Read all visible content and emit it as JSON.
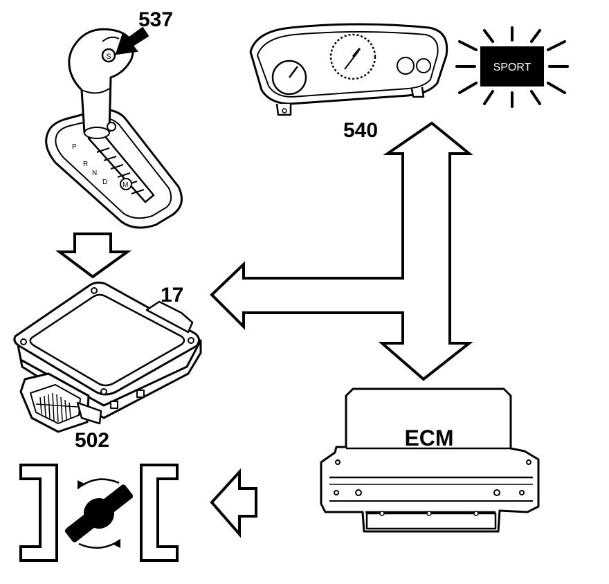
{
  "callouts": {
    "selector_switch": "537",
    "instrument_cluster": "540",
    "tcm": "17",
    "tcm_connector": "502"
  },
  "warning_lamp": {
    "text": "SPORT",
    "background": "#000000",
    "text_color": "#ffffff"
  },
  "ecm": {
    "text": "ECM"
  },
  "selector_gate": {
    "positions": [
      "P",
      "R",
      "N",
      "D",
      "M"
    ]
  },
  "icons": {
    "gear_selector": "gear-selector-icon",
    "instrument_cluster": "instrument-cluster-icon",
    "tcm": "control-module-icon",
    "ecm": "ecm-unit-icon",
    "shift_valve": "rotary-valve-icon"
  },
  "colors": {
    "line": "#000000",
    "background": "#ffffff"
  }
}
